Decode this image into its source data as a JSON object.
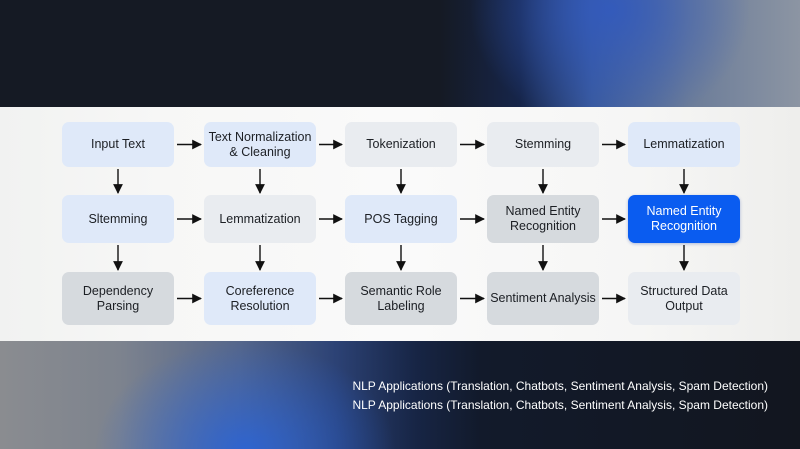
{
  "diagram": {
    "title": "NLP Pipeline",
    "rows": [
      [
        {
          "label": "Input Text",
          "style": "blue"
        },
        {
          "label": "Text Normalization & Cleaning",
          "style": "blue"
        },
        {
          "label": "Tokenization",
          "style": "light"
        },
        {
          "label": "Stemming",
          "style": "light"
        },
        {
          "label": "Lemmatization",
          "style": "blue"
        }
      ],
      [
        {
          "label": "Sltemming",
          "style": "blue"
        },
        {
          "label": "Lemmatization",
          "style": "light"
        },
        {
          "label": "POS Tagging",
          "style": "blue"
        },
        {
          "label": "Named Entity Recognition",
          "style": "gray"
        },
        {
          "label": "Named Entity Recognition",
          "style": "accent"
        }
      ],
      [
        {
          "label": "Dependency Parsing",
          "style": "gray"
        },
        {
          "label": "Coreference Resolution",
          "style": "blue"
        },
        {
          "label": "Semantic Role Labeling",
          "style": "gray"
        },
        {
          "label": "Sentiment Analysis",
          "style": "gray"
        },
        {
          "label": "Structured Data Output",
          "style": "light"
        }
      ]
    ],
    "connections": "horizontal arrows between adjacent boxes in each row; vertical arrows from each box in a row to the box below"
  },
  "colors": {
    "accent": "#0a5cf0",
    "box_blue": "#dfe9f9",
    "box_light": "#e9ecf0",
    "box_gray": "#d6dade",
    "arrow": "#111111"
  },
  "footer": {
    "lines": [
      "NLP Applications (Translation, Chatbots, Sentiment Analysis, Spam Detection)",
      "NLP Applications (Translation, Chatbots, Sentiment Analysis, Spam Detection)"
    ]
  }
}
